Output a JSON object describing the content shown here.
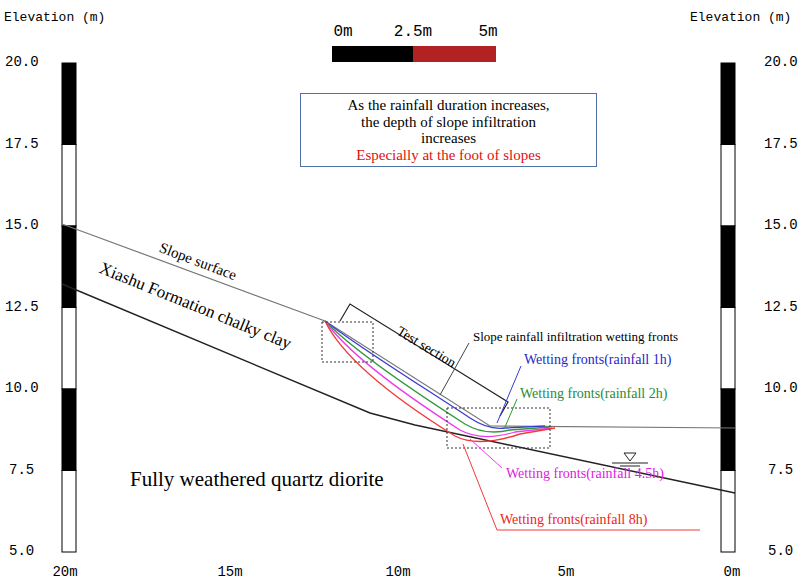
{
  "diagram": {
    "nodes": [
      {
        "text": [
          "As the rainfall duration increases, the depth of slope infiltration increases",
          "Especially at the foot of slopes"
        ]
      }
    ],
    "labels": [
      "Elevation (m)",
      "Elevation (m)",
      "20.0",
      "17.5",
      "15.0",
      "12.5",
      "10.0",
      "7.5",
      "5.0",
      "20.0",
      "17.5",
      "15.0",
      "12.5",
      "10.0",
      "7.5",
      "5.0",
      "0m",
      "2.5m",
      "5m",
      "20m",
      "15m",
      "10m",
      "5m",
      "0m",
      "Slope surface",
      "Xiashu Formation chalky clay",
      "Test section",
      "Slope rainfall infiltration wetting fronts",
      "Wetting fronts(rainfall 1h)",
      "Wetting fronts(rainfall 2h)",
      "Wetting fronts(rainfall 4.5h)",
      "Wetting fronts(rainfall 8h)",
      "Fully weathered quartz diorite"
    ]
  }
}
